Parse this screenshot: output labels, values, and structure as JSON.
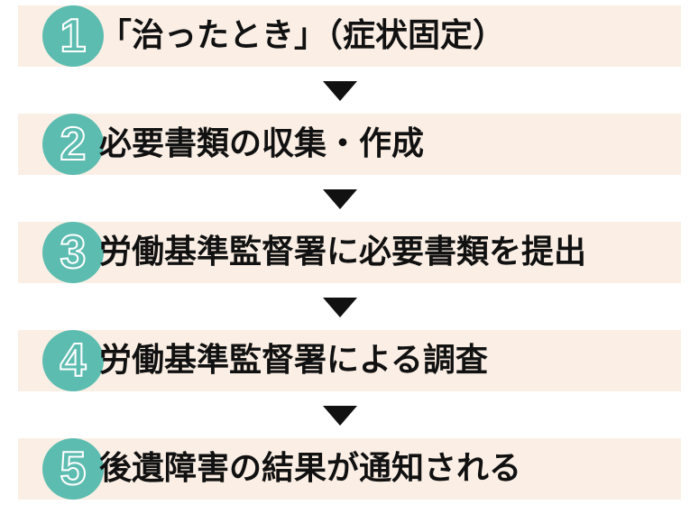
{
  "steps": [
    {
      "number": "1",
      "label": "「治ったとき」（症状固定）"
    },
    {
      "number": "2",
      "label": "必要書類の収集・作成"
    },
    {
      "number": "3",
      "label": "労働基準監督署に必要書類を提出"
    },
    {
      "number": "4",
      "label": "労働基準監督署による調査"
    },
    {
      "number": "5",
      "label": "後遺障害の結果が通知される"
    }
  ],
  "colors": {
    "accent": "#5dbcb0",
    "step_background": "#fbefe5",
    "arrow": "#111111"
  }
}
